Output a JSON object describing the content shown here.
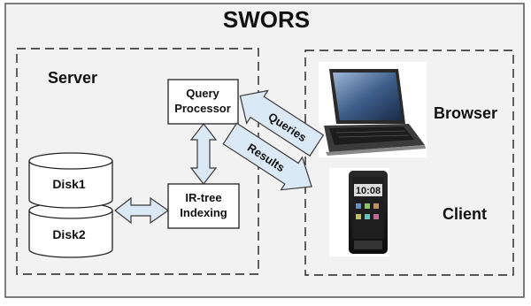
{
  "title": "SWORS",
  "server": {
    "label": "Server",
    "query_processor": [
      "Query",
      "Processor"
    ],
    "ir_tree": [
      "IR-tree",
      "Indexing"
    ],
    "disks": [
      "Disk1",
      "Disk2"
    ]
  },
  "client": {
    "browser_label": "Browser",
    "client_label": "Client",
    "device_icons": [
      "laptop-icon",
      "smartphone-icon"
    ],
    "phone_clock": "10:08"
  },
  "flows": {
    "queries": "Queries",
    "results": "Results"
  },
  "colors": {
    "outer_fill": "#f2f2f2",
    "outer_border": "#555555",
    "arrow_fill": "#dbe8f5",
    "arrow_stroke": "#3a3a3a",
    "box_fill": "#ffffff",
    "text": "#111111"
  }
}
